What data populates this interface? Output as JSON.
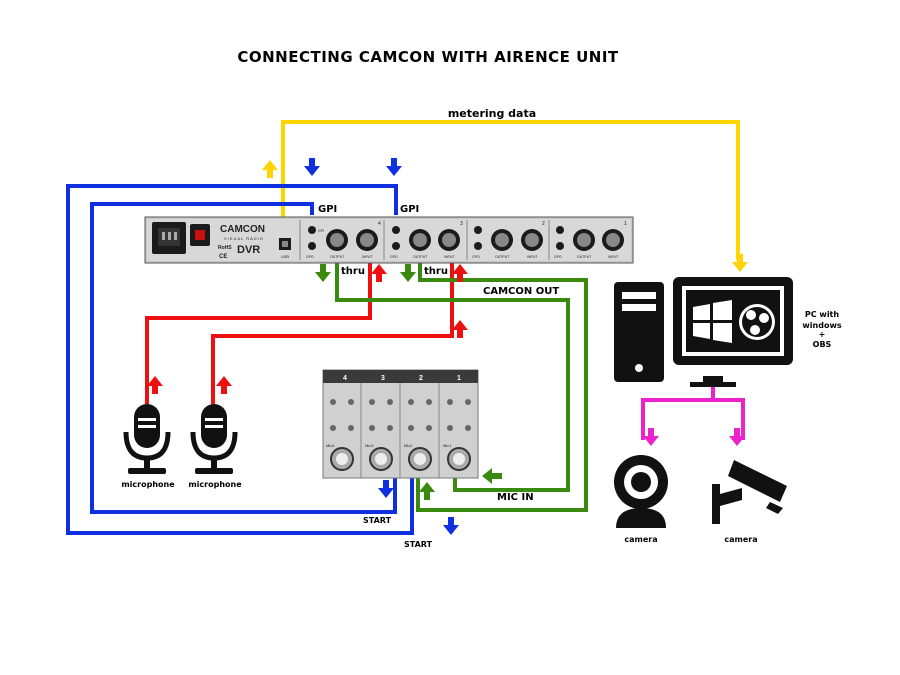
{
  "title": "CONNECTING CAMCON WITH AIRENCE UNIT",
  "labels": {
    "metering_data": "metering data",
    "gpi_left": "GPI",
    "gpi_right": "GPI",
    "thru_left": "thru",
    "thru_right": "thru",
    "camcon_out": "CAMCON OUT",
    "mic_in": "MIC IN",
    "start_upper": "START",
    "start_lower": "START",
    "microphone_left": "microphone",
    "microphone_right": "microphone",
    "pc_line1": "PC with",
    "pc_line2": "windows",
    "pc_line3": "+",
    "pc_line4": "OBS",
    "camera_left": "camera",
    "camera_right": "camera"
  },
  "camcon_unit": {
    "brand": "CAMCON",
    "sub": "VISUAL RADIO",
    "logo": "DVR",
    "rohs": "RoHS",
    "ce": "CE",
    "usb": "USB",
    "ch4": "4",
    "ch3": "3",
    "ch2": "2",
    "ch1": "1",
    "gpi": "GPI",
    "gpo": "GPO",
    "output": "OUTPUT",
    "input": "INPUT"
  },
  "airence_unit": {
    "ch4": "4",
    "ch3": "3",
    "ch2": "2",
    "ch1": "1",
    "mic4": "Mic4",
    "mic3": "Mic3",
    "mic2": "Mic2",
    "mic1": "Mic1"
  },
  "colors": {
    "yellow": "#ffd400",
    "blue": "#1030e0",
    "red": "#ee1010",
    "green": "#3a8a10",
    "magenta": "#ee22cc"
  }
}
